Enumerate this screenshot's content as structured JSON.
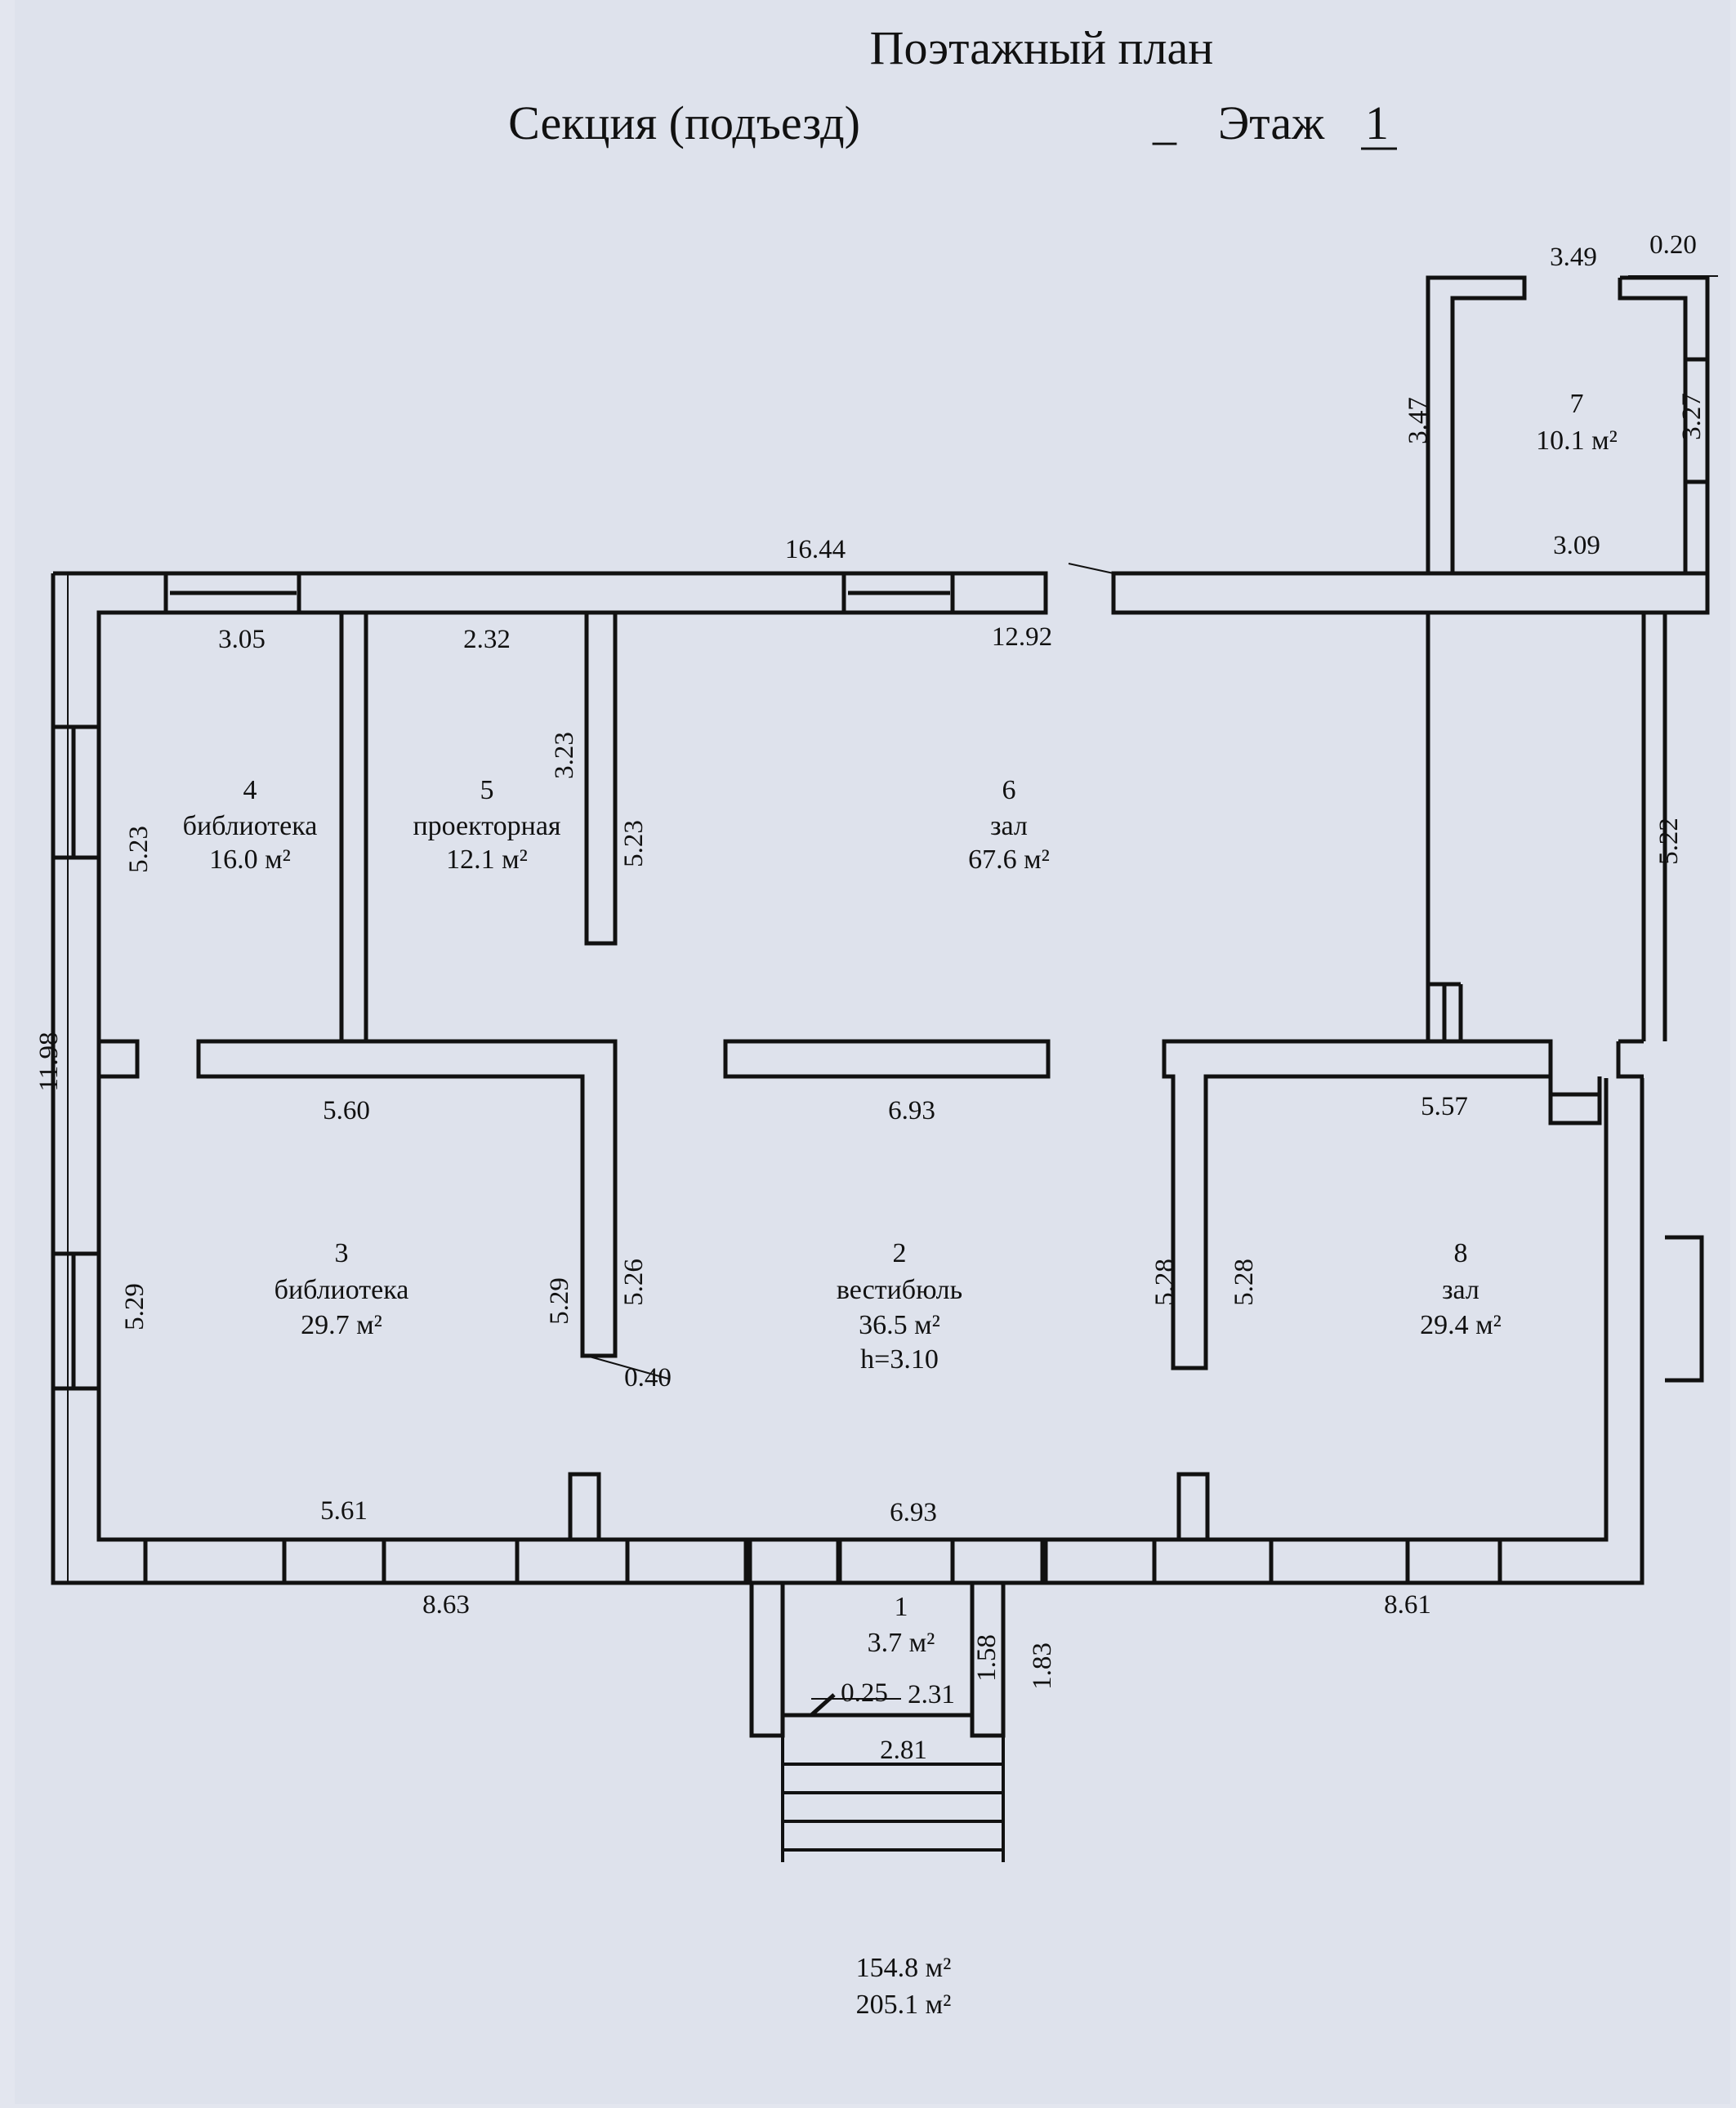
{
  "header": {
    "title": "Поэтажный план",
    "section_label": "Секция (подъезд)",
    "section_value": "_",
    "floor_label": "Этаж",
    "floor_value": "1"
  },
  "rooms": [
    {
      "num": "1",
      "name": "",
      "area": "3.7 м²"
    },
    {
      "num": "2",
      "name": "вестибюль",
      "area": "36.5 м²",
      "height": "h=3.10"
    },
    {
      "num": "3",
      "name": "библиотека",
      "area": "29.7 м²"
    },
    {
      "num": "4",
      "name": "библиотека",
      "area": "16.0 м²"
    },
    {
      "num": "5",
      "name": "проекторная",
      "area": "12.1 м²"
    },
    {
      "num": "6",
      "name": "зал",
      "area": "67.6 м²"
    },
    {
      "num": "7",
      "name": "",
      "area": "10.1 м²"
    },
    {
      "num": "8",
      "name": "зал",
      "area": "29.4 м²"
    }
  ],
  "dimensions": {
    "top_total": "16.44",
    "room4_width": "3.05",
    "room5_width": "2.32",
    "room6_width": "12.92",
    "room4_height": "5.23",
    "room5_partition": "3.23",
    "room5_height": "5.23",
    "room6_height": "5.22",
    "left_total": "11.98",
    "wall_5_60": "5.60",
    "wall_6_93_mid": "6.93",
    "wall_5_57": "5.57",
    "room3_left": "5.29",
    "room3_right": "5.29",
    "vest_left": "5.26",
    "vest_right": "5.28",
    "room8_left": "5.28",
    "wall_0_40": "0.40",
    "room3_width": "5.61",
    "vest_width": "6.93",
    "bottom_left": "8.63",
    "bottom_right": "8.61",
    "room7_top": "3.49",
    "room7_top_small": "0.20",
    "room7_left": "3.47",
    "room7_right": "3.27",
    "room7_bottom": "3.09",
    "porch_left": "1.58",
    "porch_right": "1.83",
    "porch_small": "0.25",
    "porch_width": "2.31",
    "stairs_width": "2.81"
  },
  "totals": {
    "area_1": "154.8 м²",
    "area_2": "205.1 м²"
  }
}
